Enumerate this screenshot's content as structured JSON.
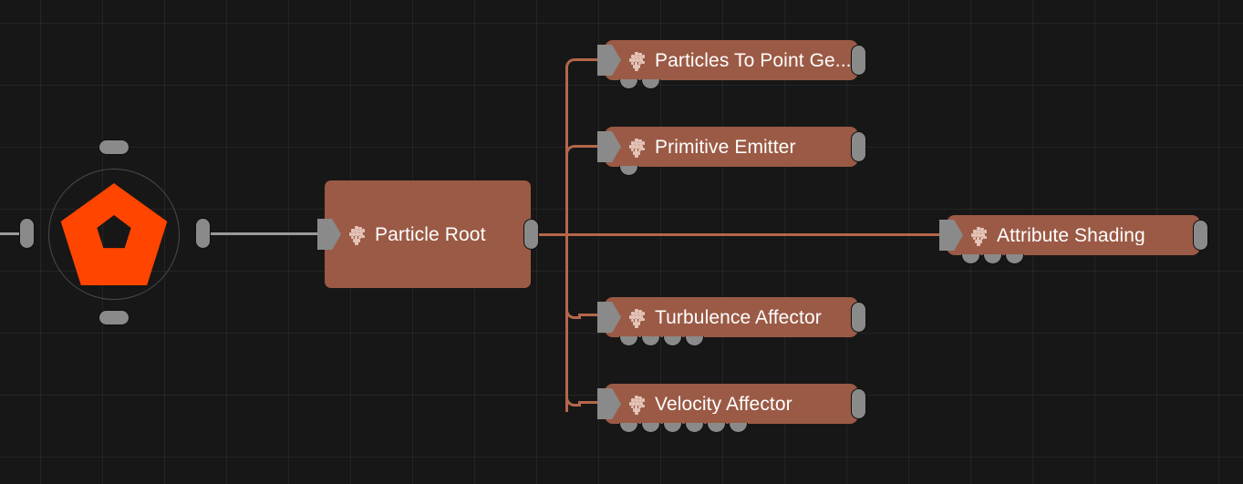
{
  "app": {
    "view": "node-graph-editor",
    "background_color": "#171717",
    "grid_color": "#262626",
    "grid_size": 68
  },
  "palette": {
    "node_fill": "#9b5a45",
    "node_label": "#ffffff",
    "port_fill": "#8a8a8a",
    "wire_particle": "#b5674a",
    "wire_geometry": "#9a9a9a",
    "logo_orange": "#ff4500",
    "icon_dots": "#e4c3b8"
  },
  "graph": {
    "root": {
      "name": "logo-node",
      "icon": "star-pentagon-logo-icon",
      "ports": {
        "input_left": "input-port",
        "output_right": "output-port",
        "top": "top-port",
        "bottom": "bottom-port"
      }
    },
    "nodes": [
      {
        "id": "particle-root",
        "label": "Particle Root",
        "icon": "particles-icon",
        "truncated": false,
        "input_port": true,
        "output_port": true,
        "bottom_ports": 0
      },
      {
        "id": "particles-to-point-generator",
        "label": "Particles To Point Ge...",
        "icon": "particles-icon",
        "truncated": true,
        "input_port": true,
        "output_port": true,
        "bottom_ports": 2
      },
      {
        "id": "primitive-emitter",
        "label": "Primitive Emitter",
        "icon": "particles-icon",
        "truncated": false,
        "input_port": true,
        "output_port": true,
        "bottom_ports": 1
      },
      {
        "id": "attribute-shading",
        "label": "Attribute Shading",
        "icon": "particles-icon",
        "truncated": false,
        "input_port": true,
        "output_port": true,
        "bottom_ports": 3
      },
      {
        "id": "turbulence-affector",
        "label": "Turbulence Affector",
        "icon": "particles-icon",
        "truncated": false,
        "input_port": true,
        "output_port": true,
        "bottom_ports": 4
      },
      {
        "id": "velocity-affector",
        "label": "Velocity Affector",
        "icon": "particles-icon",
        "truncated": false,
        "input_port": true,
        "output_port": true,
        "bottom_ports": 6
      }
    ],
    "connections": [
      {
        "from": "logo-node",
        "to": "particle-root",
        "style": "geometry"
      },
      {
        "from": "particle-root",
        "to": "particles-to-point-generator",
        "style": "particle"
      },
      {
        "from": "particle-root",
        "to": "primitive-emitter",
        "style": "particle"
      },
      {
        "from": "particle-root",
        "to": "attribute-shading",
        "style": "particle"
      },
      {
        "from": "particle-root",
        "to": "turbulence-affector",
        "style": "particle"
      },
      {
        "from": "particle-root",
        "to": "velocity-affector",
        "style": "particle"
      }
    ]
  }
}
